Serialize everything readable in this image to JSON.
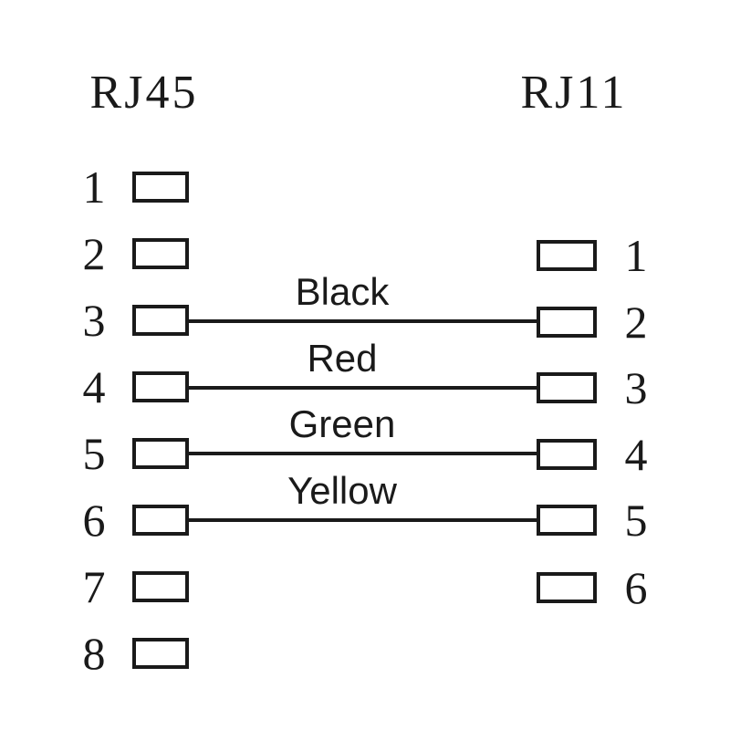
{
  "diagram": {
    "left_connector": {
      "title": "RJ45",
      "pins": [
        "1",
        "2",
        "3",
        "4",
        "5",
        "6",
        "7",
        "8"
      ]
    },
    "right_connector": {
      "title": "RJ11",
      "pins": [
        "1",
        "2",
        "3",
        "4",
        "5",
        "6"
      ]
    },
    "wires": [
      {
        "label": "Black",
        "rj45_pin": "3",
        "rj11_pin": "2"
      },
      {
        "label": "Red",
        "rj45_pin": "4",
        "rj11_pin": "3"
      },
      {
        "label": "Green",
        "rj45_pin": "5",
        "rj11_pin": "4"
      },
      {
        "label": "Yellow",
        "rj45_pin": "6",
        "rj11_pin": "5"
      }
    ],
    "colors": {
      "ink": "#1a1a1a",
      "background": "#ffffff"
    }
  }
}
